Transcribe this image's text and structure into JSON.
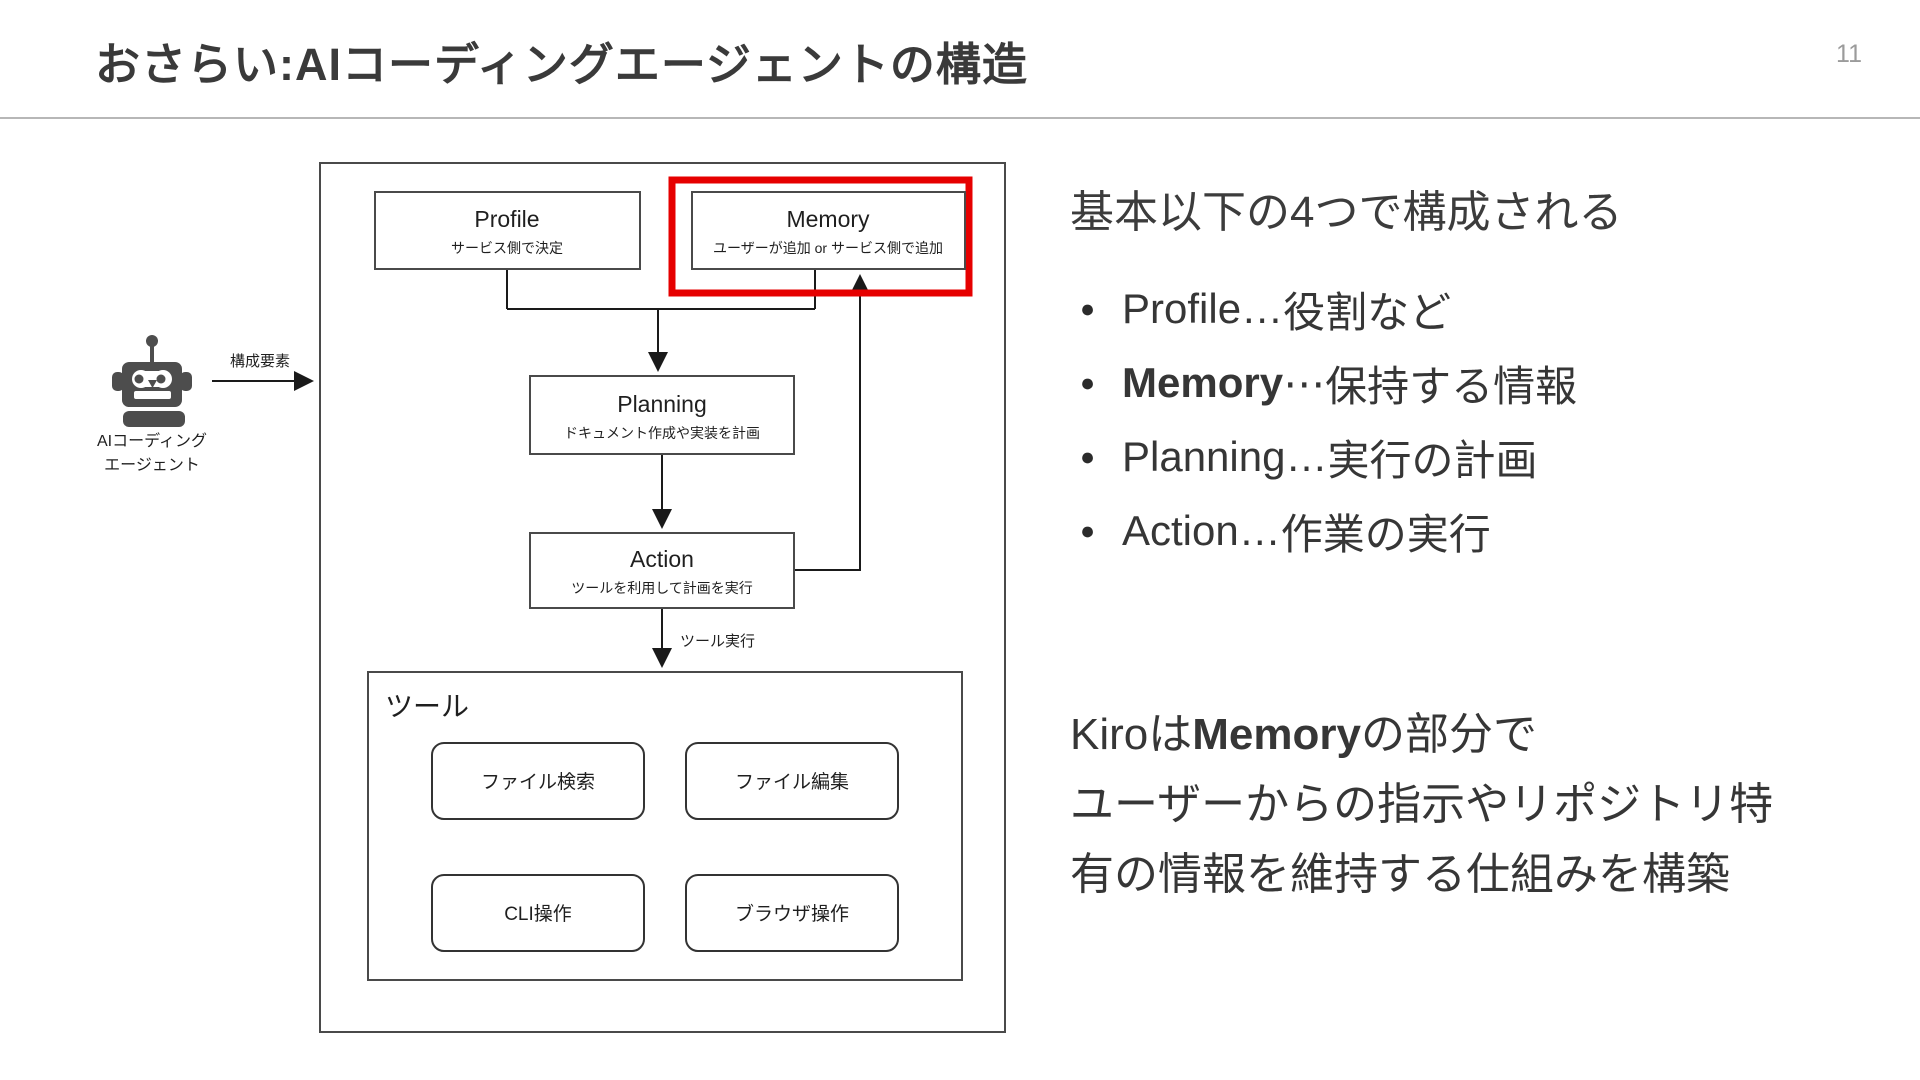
{
  "slide": {
    "title": "おさらい:AIコーディングエージェントの構造",
    "page_number": "11"
  },
  "diagram": {
    "agent": {
      "icon": "robot-icon",
      "label_line1": "AIコーディング",
      "label_line2": "エージェント",
      "arrow_label": "構成要素"
    },
    "profile": {
      "title": "Profile",
      "subtitle": "サービス側で決定"
    },
    "memory": {
      "title": "Memory",
      "subtitle": "ユーザーが追加 or サービス側で追加",
      "highlight_color": "#e60000"
    },
    "planning": {
      "title": "Planning",
      "subtitle": "ドキュメント作成や実装を計画"
    },
    "action": {
      "title": "Action",
      "subtitle": "ツールを利用して計画を実行"
    },
    "tool_exec_label": "ツール実行",
    "tools": {
      "label": "ツール",
      "items": [
        "ファイル検索",
        "ファイル編集",
        "CLI操作",
        "ブラウザ操作"
      ]
    }
  },
  "right": {
    "heading": "基本以下の4つで構成される",
    "bullets": [
      {
        "name": "Profile",
        "name_bold": "",
        "sep": " … ",
        "desc": "役割など"
      },
      {
        "name": "",
        "name_bold": "Memory",
        "sep": " ⋯ ",
        "desc": "保持する情報"
      },
      {
        "name": "Planning",
        "name_bold": "",
        "sep": " … ",
        "desc": "実行の計画"
      },
      {
        "name": "Action",
        "name_bold": "",
        "sep": " … ",
        "desc": "作業の実行"
      }
    ],
    "note": {
      "line1_pre": "Kiroは",
      "line1_bold": "Memory",
      "line1_post": "の部分で",
      "line2": "ユーザーからの指示やリポジトリ特",
      "line3": "有の情報を維持する仕組みを構築"
    }
  }
}
